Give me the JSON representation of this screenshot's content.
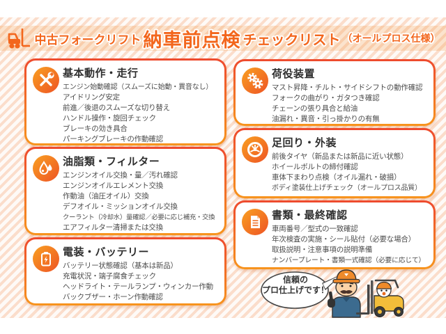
{
  "header": {
    "title_prefix": "中古フォークリフト",
    "title_main": "納車前点検",
    "title_suffix": "チェックリスト",
    "title_note": "（オールプロス仕様）",
    "logo_icon": "forklift-icon"
  },
  "cards": [
    {
      "title": "基本動作・走行",
      "icon": "tools-icon",
      "items": [
        "エンジン始動確認（スムーズに始動・異音なし）",
        "アイドリング安定",
        "前進／後退のスムーズな切り替え",
        "ハンドル操作・旋回チェック",
        "ブレーキの効き具合",
        "パーキングブレーキの作動確認"
      ]
    },
    {
      "title": "油脂類・フィルター",
      "icon": "oil-drop-icon",
      "items": [
        "エンジンオイル交換・量／汚れ確認",
        "エンジンオイルエレメント交換",
        "作動油（油圧オイル）交換",
        "デフオイル・ミッションオイル交換",
        "クーラント（冷却水）量確認／必要に応じ補充・交換",
        "エアフィルター清掃または交換"
      ]
    },
    {
      "title": "電装・バッテリー",
      "icon": "battery-icon",
      "items": [
        "バッテリー状態確認（基本は新品）",
        "充電状況・端子腐食チェック",
        "ヘッドライト・テールランプ・ウィンカー作動",
        "バックブザー・ホーン作動確認"
      ]
    },
    {
      "title": "荷役装置",
      "icon": "gears-icon",
      "items": [
        "マスト昇降・チルト・サイドシフトの動作確認",
        "フォークの曲がり・ガタつき確認",
        "チェーンの張り具合と給油",
        "油漏れ・異音・引っ掛かりの有無"
      ]
    },
    {
      "title": "足回り・外装",
      "icon": "tire-icon",
      "items": [
        "前後タイヤ（新品または新品に近い状態）",
        "ホイールボルトの締付確認",
        "車体下まわり点検（オイル漏れ・破損）",
        "ボディ塗装仕上げチェック（オールプロス品質）"
      ]
    },
    {
      "title": "書類・最終確認",
      "icon": "document-icon",
      "items": [
        "車両番号／型式の一致確認",
        "年次検査の実施・シール貼付（必要な場合）",
        "取扱説明・注意事項の説明準備",
        "ナンバープレート・書類一式確認（必要に応じて）"
      ]
    }
  ],
  "speech_bubble": {
    "line1": "信頼の",
    "line2": "プロ仕上げです！"
  },
  "colors": {
    "accent_orange": "#f3661c",
    "card_border_top": "#ee4a2e",
    "card_border_bottom": "#f7941d",
    "icon_circle": "#f07027",
    "stripe_peach": "#fbddcb",
    "title_text": "#2f2f2f",
    "item_text": "#4b4b4b"
  }
}
